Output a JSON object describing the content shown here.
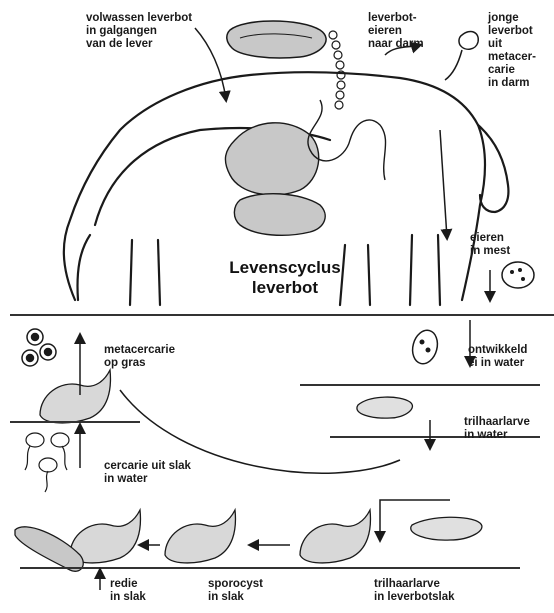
{
  "title": "Levenscyclus\nleverbot",
  "labels": {
    "adult": "volwassen leverbot\nin galgangen\nvan de lever",
    "eggs_gut": "leverbot-\neieren\nnaar darm",
    "young": "jonge\nleverbot\nuit\nmetacer-\ncarie\nin darm",
    "eggs_dung": "eieren\nin mest",
    "developed_egg": "ontwikkeld\nei in water",
    "miracidium_water": "trilhaarlarve\nin water",
    "miracidium_snail": "trilhaarlarve\nin leverbotslak",
    "sporocyst": "sporocyst\nin slak",
    "redia": "redie\nin slak",
    "cercaria": "cercarie uit slak\nin water",
    "metacercaria": "metacercarie\nop gras"
  },
  "colors": {
    "ink": "#1a1a1a",
    "shade": "#c8c8c8",
    "ground": "#333333"
  }
}
